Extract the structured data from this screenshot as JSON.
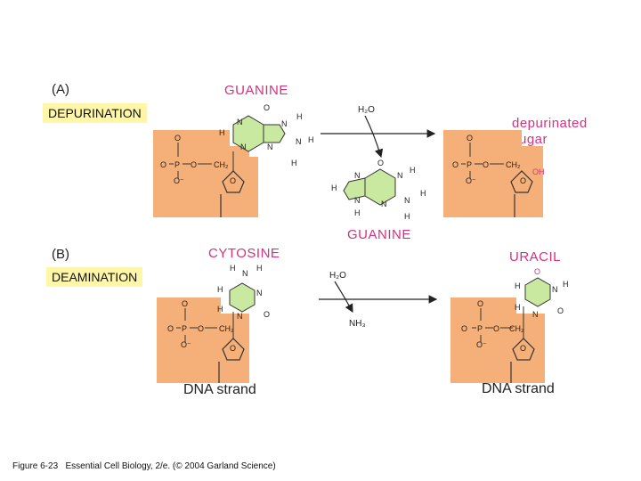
{
  "panel_a": {
    "letter": "(A)",
    "process": "DEPURINATION",
    "base_name": "GUANINE",
    "released_base": "GUANINE",
    "reagent": "H₂O",
    "product_label_line1": "depurinated",
    "product_label_line2": "sugar",
    "product_group": "OH"
  },
  "panel_b": {
    "letter": "(B)",
    "process": "DEAMINATION",
    "base_name": "CYTOSINE",
    "product_name": "URACIL",
    "reagent": "H₂O",
    "byproduct": "NH₃",
    "strand_label_left": "DNA strand",
    "strand_label_right": "DNA strand"
  },
  "atoms": {
    "O": "O",
    "P": "P",
    "N": "N",
    "H": "H",
    "O_minus": "O⁻",
    "CH2": "CH₂"
  },
  "caption": {
    "figure": "Figure 6-23",
    "source": "Essential Cell Biology, 2/e. (© 2004 Garland Science)"
  },
  "colors": {
    "backbone": "#f5b07a",
    "base_fill": "#c9e8a0",
    "accent_pink": "#d4317f",
    "label_yellow": "#fff6a8"
  }
}
